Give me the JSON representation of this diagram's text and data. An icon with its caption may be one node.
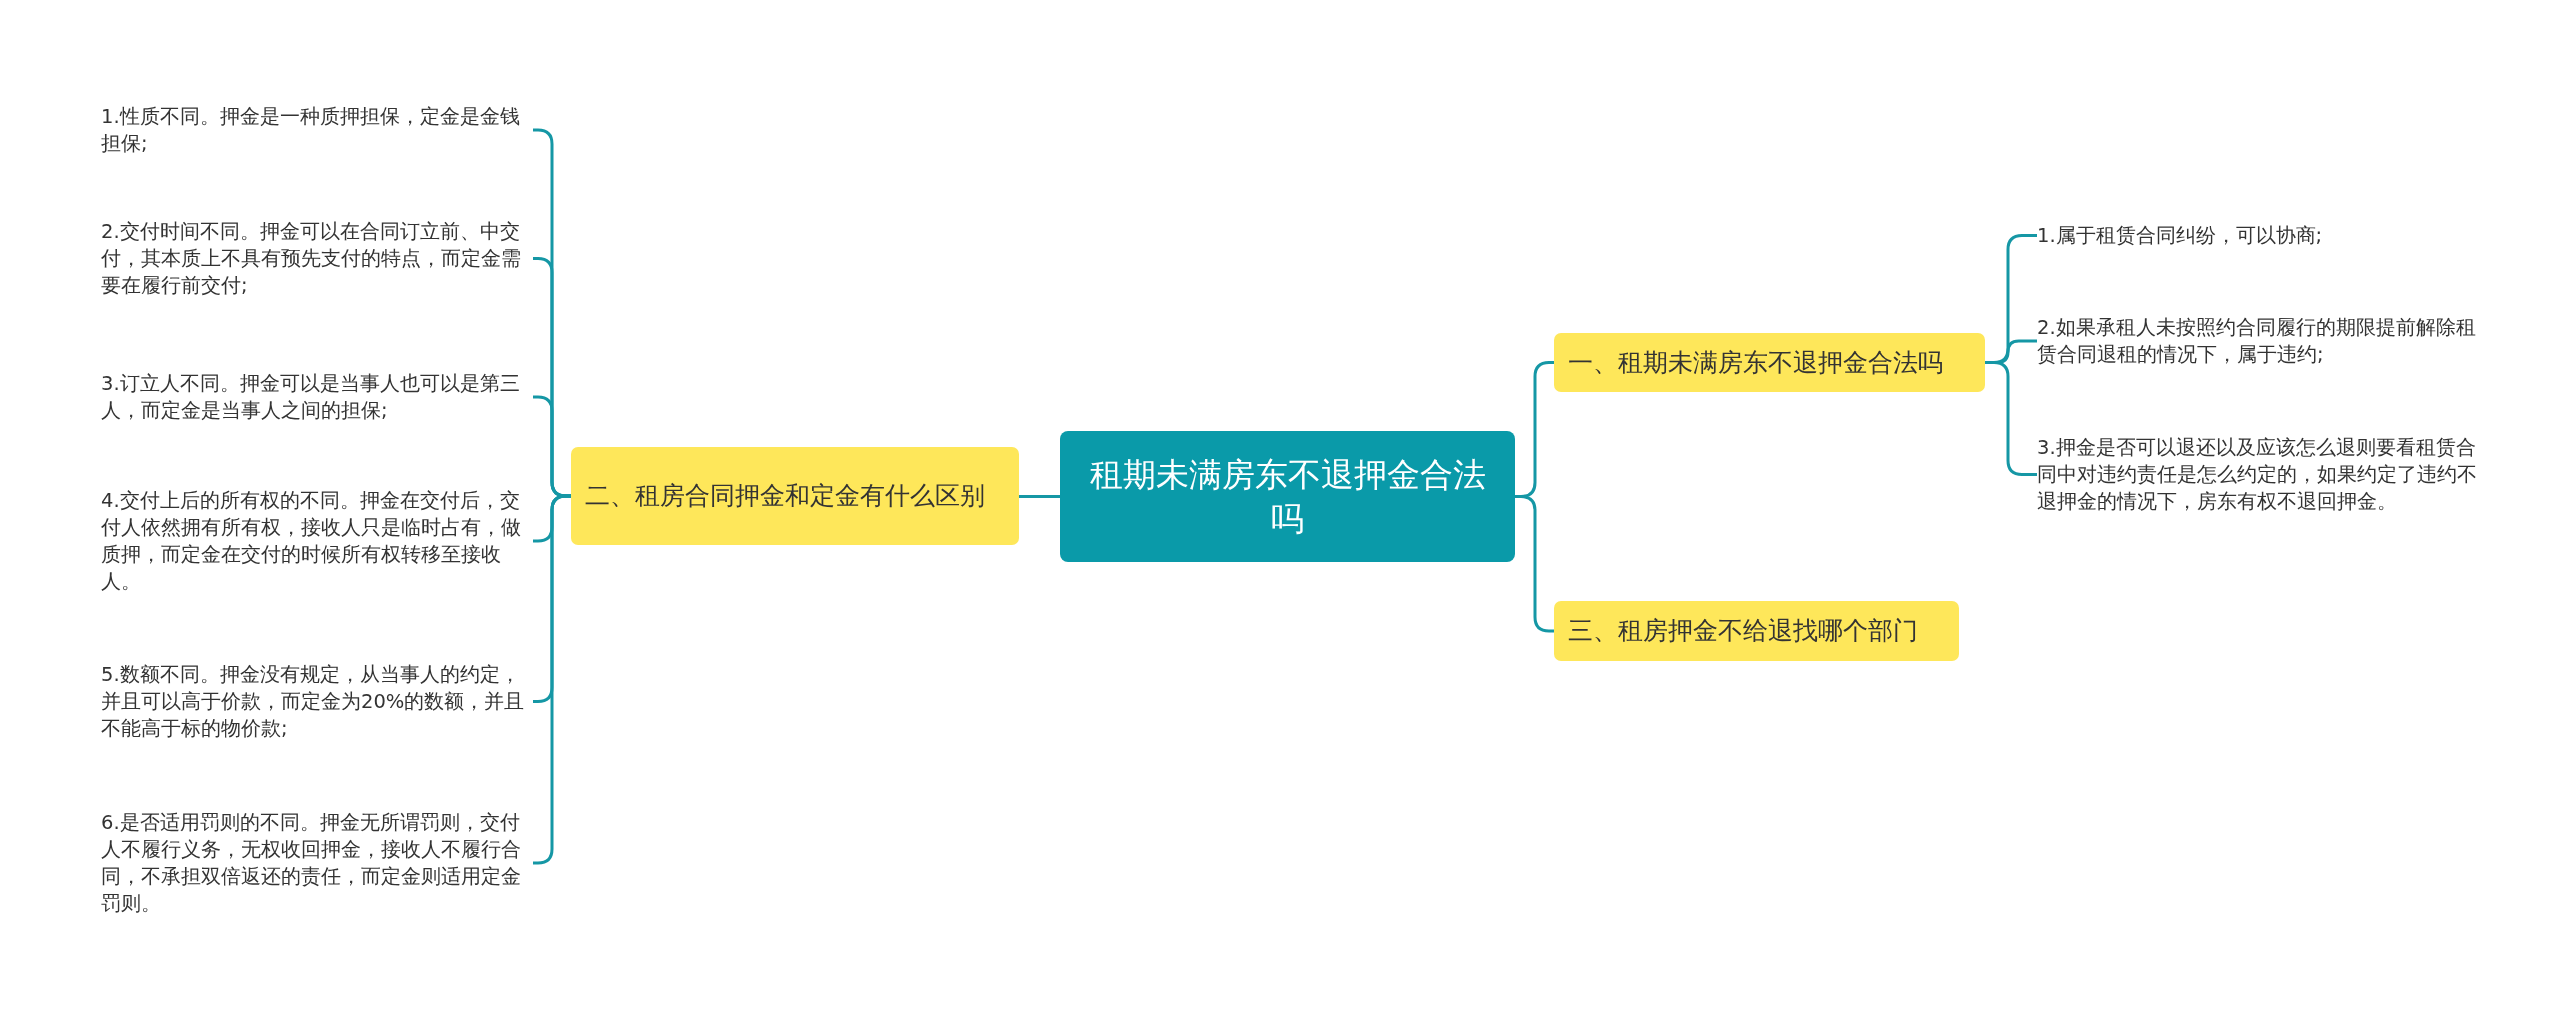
{
  "diagram": {
    "nodes": [
      {
        "text": [
          "租期未满房东不退押金合法吗"
        ]
      },
      {
        "text": [
          "二、租房合同押金和定金有什么区别"
        ]
      },
      {
        "text": [
          "1.性质不同。押金是一种质押担保，定金是金钱担保;"
        ]
      },
      {
        "text": [
          "2.交付时间不同。押金可以在合同订立前、中交付，其本质上不具有预先支付的特点，而定金需要在履行前交付;"
        ]
      },
      {
        "text": [
          "3.订立人不同。押金可以是当事人也可以是第三人，而定金是当事人之间的担保;"
        ]
      },
      {
        "text": [
          "4.交付上后的所有权的不同。押金在交付后，交付人依然拥有所有权，接收人只是临时占有，做质押，而定金在交付的时候所有权转移至接收人。"
        ]
      },
      {
        "text": [
          "5.数额不同。押金没有规定，从当事人的约定，并且可以高于价款，而定金为20%的数额，并且不能高于标的物价款;"
        ]
      },
      {
        "text": [
          "6.是否适用罚则的不同。押金无所谓罚则，交付人不履行义务，无权收回押金，接收人不履行合同，不承担双倍返还的责任，而定金则适用定金罚则。"
        ]
      },
      {
        "text": [
          "一、租期未满房东不退押金合法吗"
        ]
      },
      {
        "text": [
          "1.属于租赁合同纠纷，可以协商;"
        ]
      },
      {
        "text": [
          "2.如果承租人未按照约合同履行的期限提前解除租赁合同退租的情况下，属于违约;"
        ]
      },
      {
        "text": [
          "3.押金是否可以退还以及应该怎么退则要看租赁合同中对违约责任是怎么约定的，如果约定了违约不退押金的情况下，房东有权不退回押金。"
        ]
      },
      {
        "text": [
          "三、租房押金不给退找哪个部门"
        ]
      }
    ],
    "edges": [
      {
        "from": 0,
        "to": 1,
        "arrow": "none"
      },
      {
        "from": 1,
        "to": 2,
        "arrow": "none"
      },
      {
        "from": 1,
        "to": 3,
        "arrow": "none"
      },
      {
        "from": 1,
        "to": 4,
        "arrow": "none"
      },
      {
        "from": 1,
        "to": 5,
        "arrow": "none"
      },
      {
        "from": 1,
        "to": 6,
        "arrow": "none"
      },
      {
        "from": 1,
        "to": 7,
        "arrow": "none"
      },
      {
        "from": 0,
        "to": 8,
        "arrow": "none"
      },
      {
        "from": 8,
        "to": 9,
        "arrow": "none"
      },
      {
        "from": 8,
        "to": 10,
        "arrow": "none"
      },
      {
        "from": 8,
        "to": 11,
        "arrow": "none"
      },
      {
        "from": 0,
        "to": 12,
        "arrow": "none"
      }
    ]
  }
}
